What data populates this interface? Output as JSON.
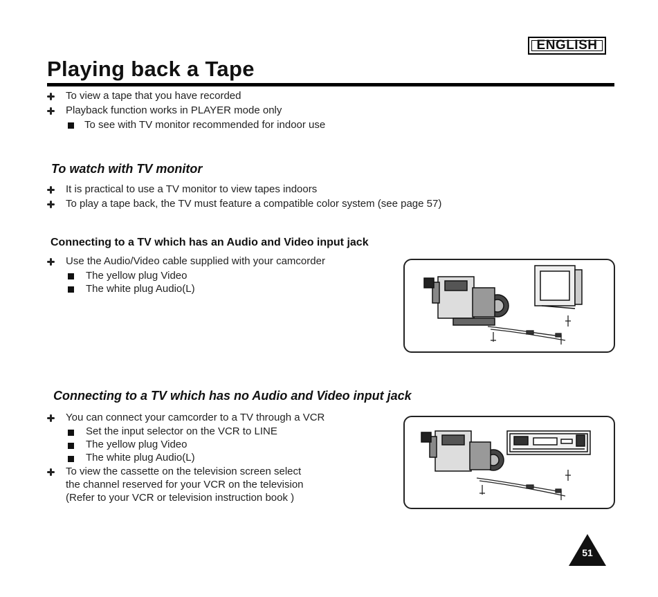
{
  "header": {
    "language": "ENGLISH"
  },
  "title": "Playing back a Tape",
  "intro": {
    "bullets": [
      "To view a tape that you have recorded",
      "Playback function works in PLAYER mode only"
    ],
    "sub": "To see with TV monitor  recommended for indoor use"
  },
  "section_tv": {
    "heading": "To watch with TV monitor",
    "bullets": [
      "It is practical to use a TV monitor to view tapes indoors",
      "To play a tape back, the TV must feature a compatible color system  (see page 57)"
    ]
  },
  "section_av": {
    "heading": "Connecting to a TV which has an Audio and Video input jack",
    "bullet": "Use the Audio/Video cable supplied with your camcorder",
    "items": [
      "The yellow plug  Video",
      "The white plug  Audio(L)"
    ]
  },
  "section_vcr": {
    "heading": "Connecting to a TV which has no Audio and Video input jack",
    "bullet1": "You can connect your camcorder to a TV through a VCR",
    "items": [
      "Set the input selector on the VCR to LINE",
      "The yellow plug  Video",
      "The white plug  Audio(L)"
    ],
    "bullet2_lines": [
      "To view the cassette on the television screen  select",
      "the channel reserved for your VCR on the television",
      "(Refer to your VCR or television instruction book )"
    ]
  },
  "page_number": "51"
}
